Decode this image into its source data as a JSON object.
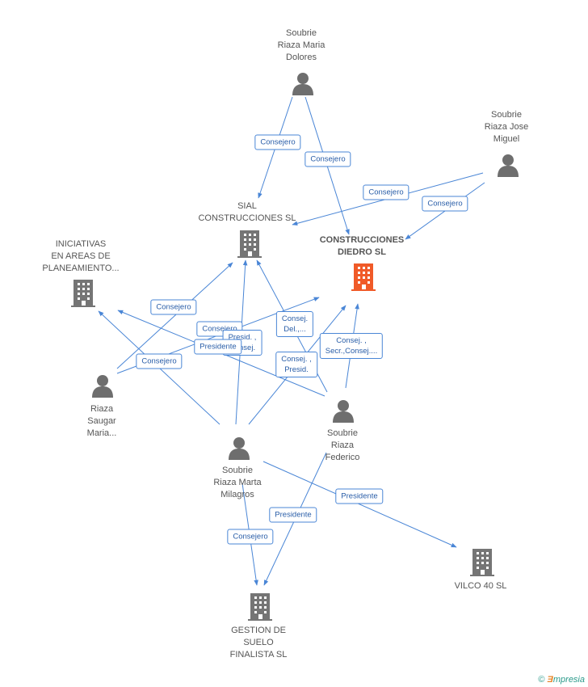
{
  "nodes": {
    "dolores": {
      "label": [
        "Soubrie",
        "Riaza Maria",
        "Dolores"
      ]
    },
    "jose": {
      "label": [
        "Soubrie",
        "Riaza Jose",
        "Miguel"
      ]
    },
    "sial": {
      "label": [
        "SIAL",
        "CONSTRUCCIONES SL"
      ]
    },
    "diedro": {
      "label": [
        "CONSTRUCCIONES",
        "DIEDRO SL"
      ]
    },
    "iniciativas": {
      "label": [
        "INICIATIVAS",
        "EN AREAS DE",
        "PLANEAMIENTO..."
      ]
    },
    "riaza_saugar": {
      "label": [
        "Riaza",
        "Saugar",
        "Maria..."
      ]
    },
    "federico": {
      "label": [
        "Soubrie",
        "Riaza",
        "Federico"
      ]
    },
    "marta": {
      "label": [
        "Soubrie",
        "Riaza Marta",
        "Milagros"
      ]
    },
    "vilco": {
      "label": [
        "VILCO 40 SL"
      ]
    },
    "gestion": {
      "label": [
        "GESTION DE",
        "SUELO",
        "FINALISTA  SL"
      ]
    }
  },
  "relations": [
    {
      "label": [
        "Consejero"
      ]
    },
    {
      "label": [
        "Consejero"
      ]
    },
    {
      "label": [
        "Consejero"
      ]
    },
    {
      "label": [
        "Consejero"
      ]
    },
    {
      "label": [
        "Consejero"
      ]
    },
    {
      "label": [
        "Consejero"
      ]
    },
    {
      "label": [
        "Consejero"
      ]
    },
    {
      "label": [
        "Presid. ,",
        "Consej."
      ]
    },
    {
      "label": [
        "Presidente"
      ]
    },
    {
      "label": [
        "Consej.",
        "Del.,..."
      ]
    },
    {
      "label": [
        "Consej. ,",
        "Presid."
      ]
    },
    {
      "label": [
        "Consej. ,",
        "Secr.,Consej...."
      ]
    },
    {
      "label": [
        "Presidente"
      ]
    },
    {
      "label": [
        "Presidente"
      ]
    },
    {
      "label": [
        "Consejero"
      ]
    }
  ],
  "colors": {
    "edge": "#4a86d6",
    "highlight_building": "#f05a28",
    "building": "#757575",
    "person": "#6e6e6e"
  },
  "brand": {
    "symbol": "©",
    "first": "Ǝ",
    "rest": "mpresia"
  }
}
